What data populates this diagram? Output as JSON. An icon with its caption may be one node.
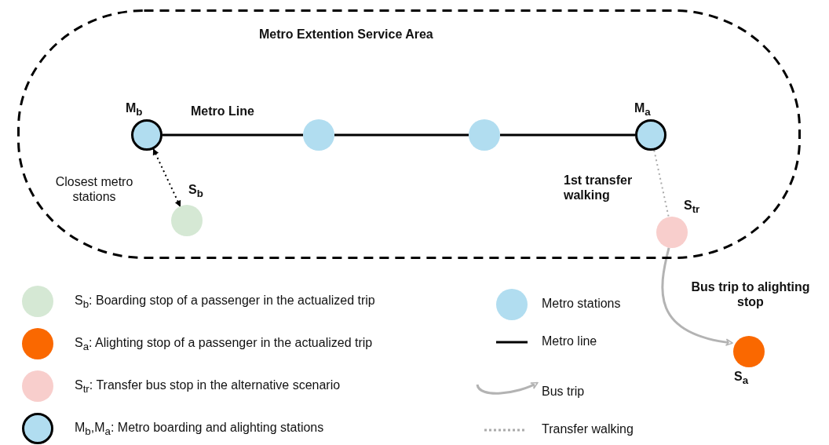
{
  "diagram": {
    "nodes": [
      {
        "text": [
          "Metro Extention Service Area"
        ]
      },
      {
        "text": [],
        "shape": "circle",
        "in": 0,
        "beside": [
          "M$_{b}$"
        ]
      },
      {
        "text": [],
        "shape": "circle",
        "in": 0
      },
      {
        "text": [],
        "shape": "circle",
        "in": 0
      },
      {
        "text": [],
        "shape": "circle",
        "in": 0,
        "beside": [
          "M$_{a}$"
        ]
      },
      {
        "text": [],
        "shape": "circle",
        "in": 0,
        "beside": [
          "S$_{b}$"
        ]
      },
      {
        "text": [],
        "shape": "circle",
        "in": 0,
        "beside": [
          "S$_{tr}$"
        ]
      },
      {
        "text": [],
        "shape": "circle",
        "beside": [
          "S$_{a}$"
        ]
      }
    ],
    "edges": [
      {
        "from": 1,
        "to": 2,
        "arrow": "none",
        "label": "Metro Line"
      },
      {
        "from": 2,
        "to": 3,
        "arrow": "none"
      },
      {
        "from": 3,
        "to": 4,
        "arrow": "none"
      },
      {
        "from": 1,
        "to": 5,
        "arrow": "both",
        "label": "Closest metro stations",
        "style": "dashed"
      },
      {
        "from": 4,
        "to": 6,
        "arrow": "none",
        "label": "1st transfer walking",
        "style": "dashed",
        "color": "#aaaaaa"
      },
      {
        "from": 6,
        "to": 7,
        "arrow": "to",
        "label": "Bus trip to alighting stop",
        "color": "#b3b3b3"
      }
    ],
    "legend": [
      {
        "text": "S$_{b}$: Boarding stop of a passenger in the actualized trip",
        "color": "#d5e8d4"
      },
      {
        "text": "S$_{a}$: Alighting stop of a passenger in the actualized trip",
        "color": "#fa6800"
      },
      {
        "text": "S$_{tr}$: Transfer bus stop in the alternative scenario",
        "color": "#f8cecc"
      },
      {
        "text": "M$_{b}$,M$_{a}$: Metro boarding and alighting stations"
      },
      {
        "text": "Metro stations",
        "color": "#b1ddf0"
      },
      {
        "text": "Metro line"
      },
      {
        "text": "Bus trip"
      },
      {
        "text": "Transfer walking"
      }
    ]
  }
}
